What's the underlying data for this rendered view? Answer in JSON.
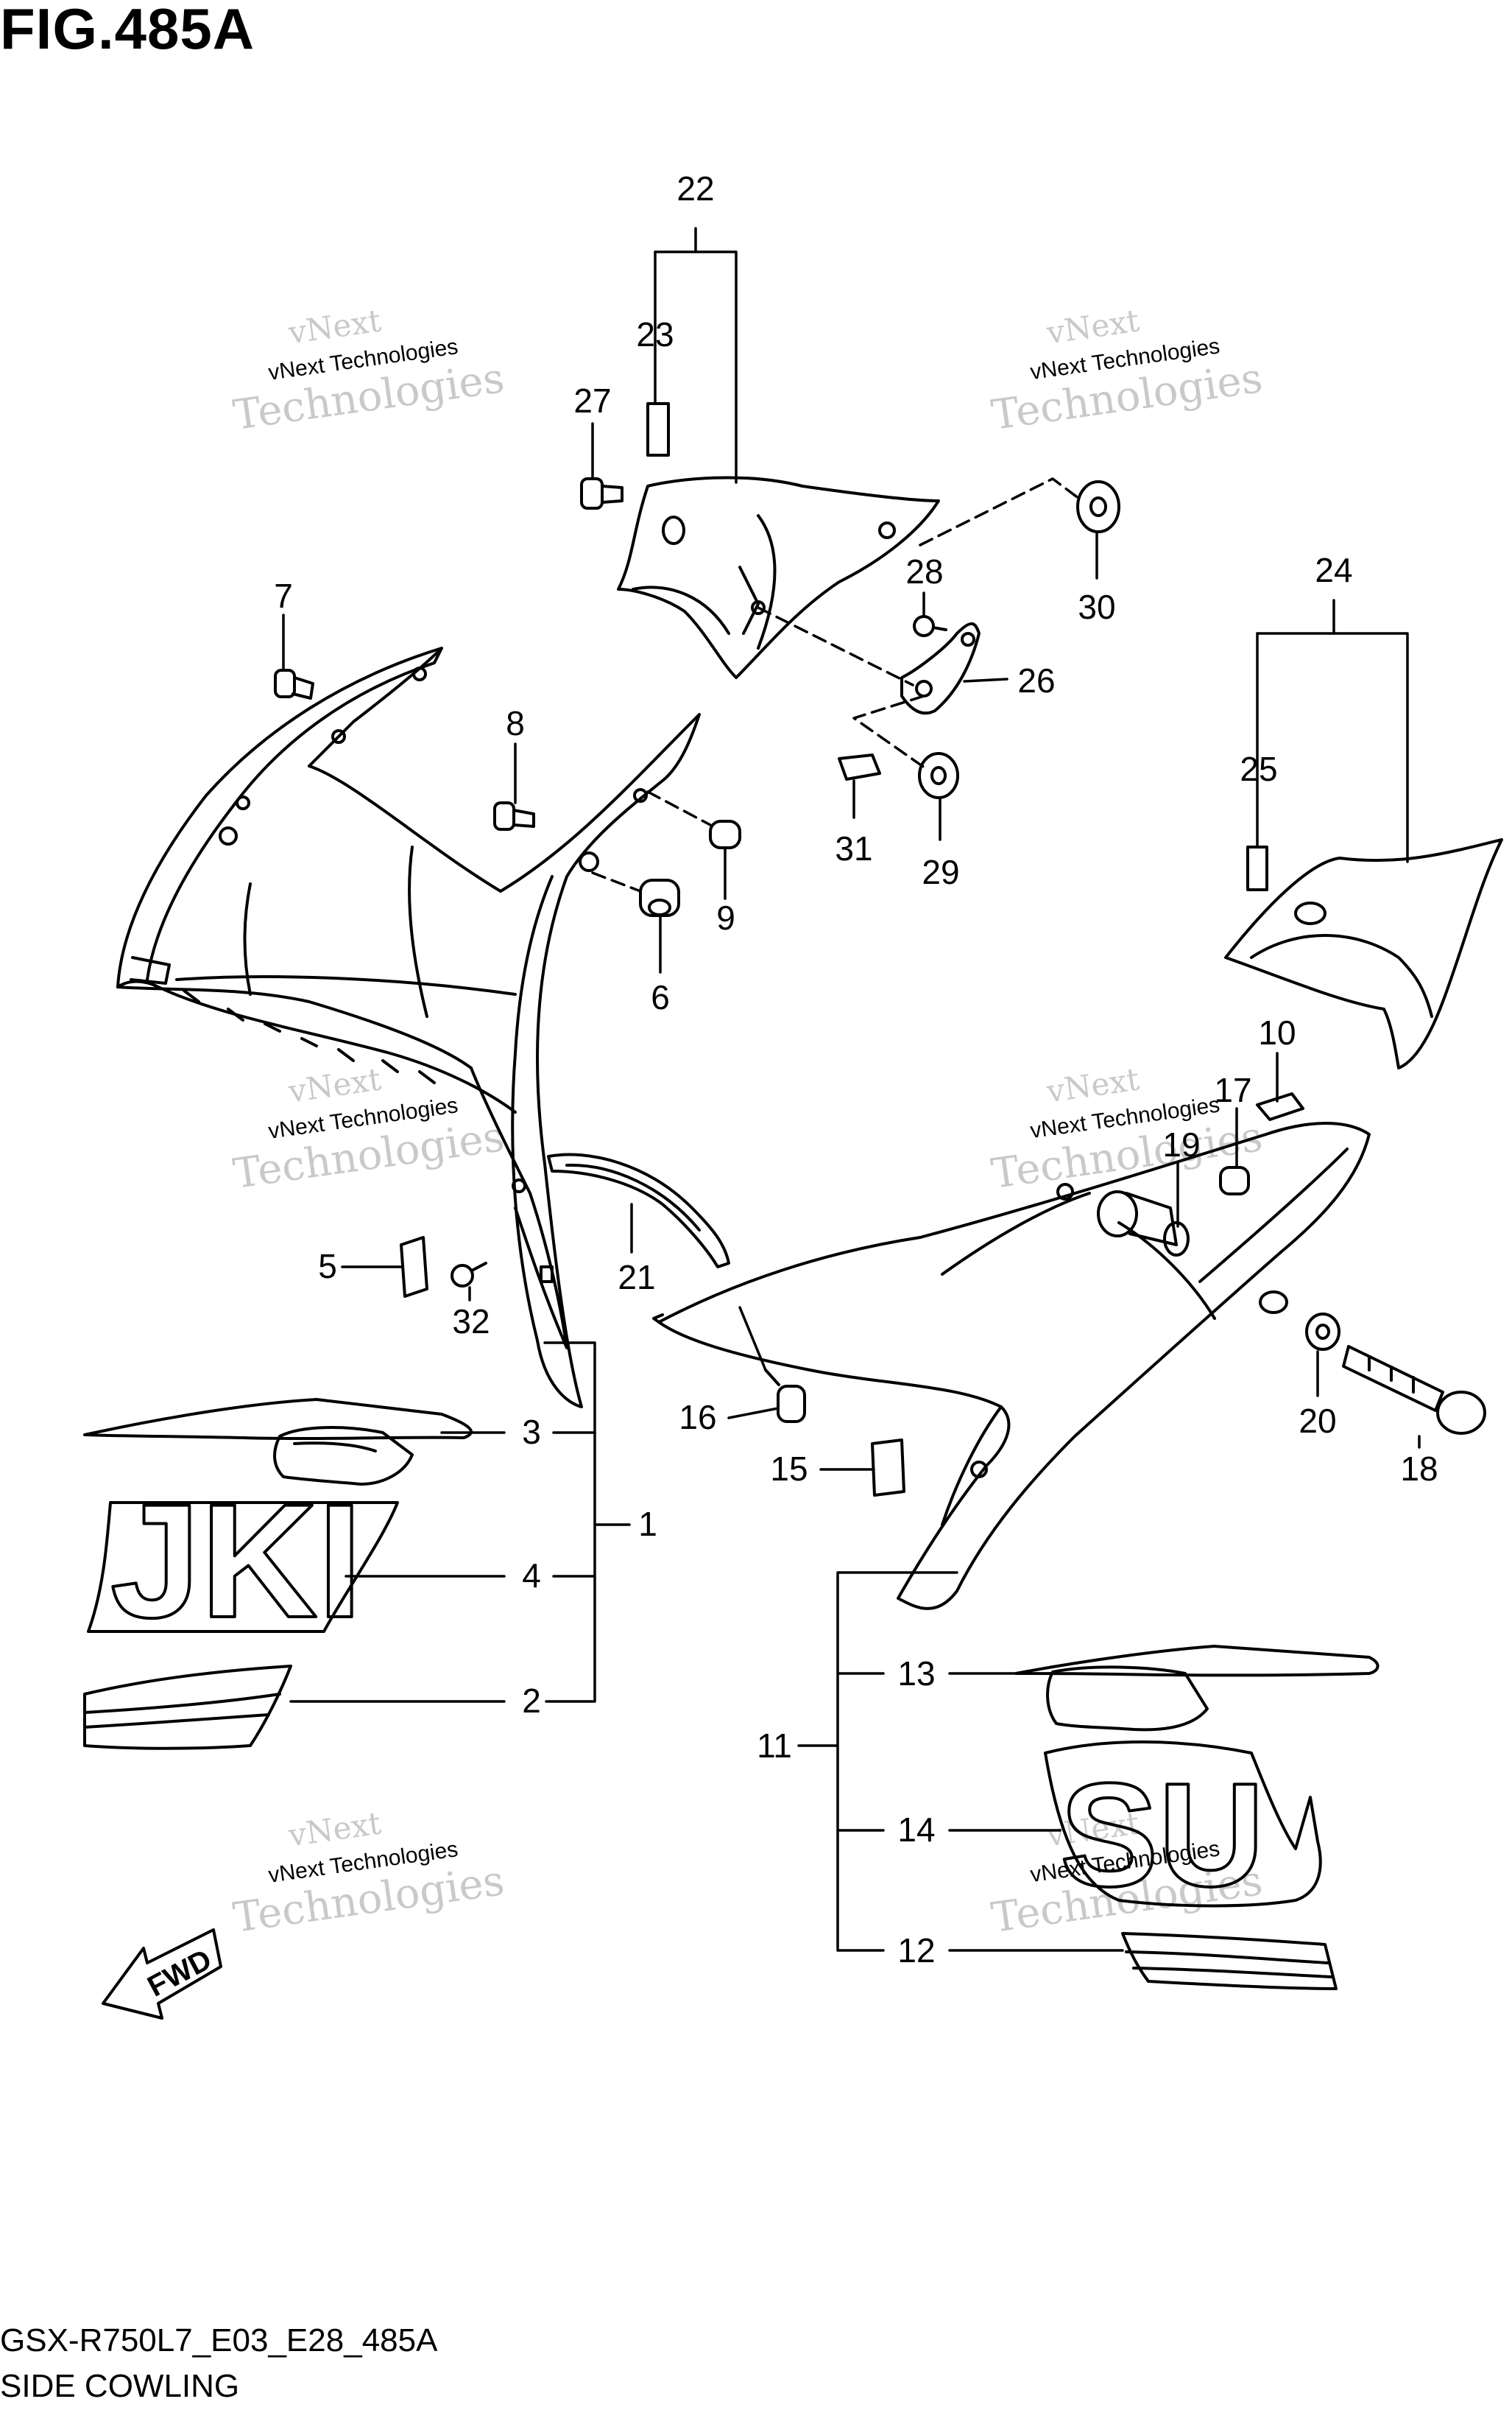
{
  "figure": {
    "title": "FIG.485A",
    "model_code": "GSX-R750L7_E03_E28_485A",
    "section_name": "SIDE COWLING"
  },
  "watermark": {
    "line1": "vNext",
    "line2": "vNext Technologies",
    "line3": "Technologies"
  },
  "direction_arrow": {
    "label": "FWD"
  },
  "callouts": [
    "1",
    "2",
    "3",
    "4",
    "5",
    "6",
    "7",
    "8",
    "9",
    "10",
    "11",
    "12",
    "13",
    "14",
    "15",
    "16",
    "17",
    "18",
    "19",
    "20",
    "21",
    "22",
    "23",
    "24",
    "25",
    "26",
    "27",
    "28",
    "29",
    "30",
    "31",
    "32"
  ],
  "decal_text": {
    "left_letters": "JKI",
    "right_letters": "SU"
  },
  "colors": {
    "line": "#000000",
    "watermark": "#c9c9c9"
  }
}
